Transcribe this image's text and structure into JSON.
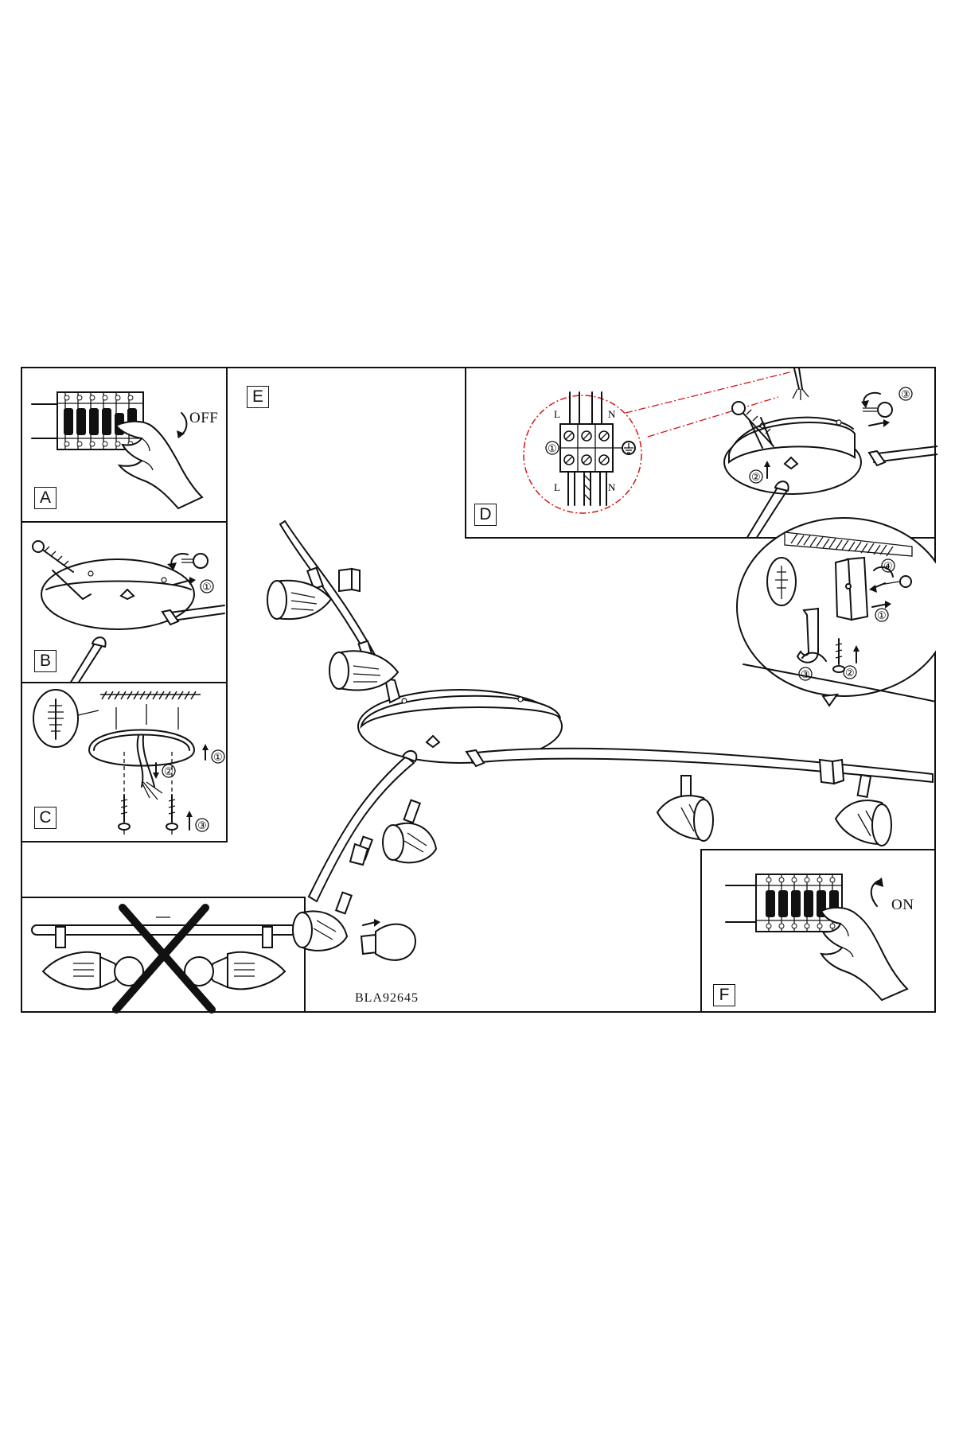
{
  "document": {
    "model_code": "BLA92645"
  },
  "panels": {
    "A": {
      "label": "A",
      "switch_text": "OFF"
    },
    "B": {
      "label": "B",
      "step_1": "①"
    },
    "C": {
      "label": "C",
      "step_1": "①",
      "step_2": "②",
      "step_3": "③"
    },
    "D": {
      "label": "D",
      "wire_L_top": "L",
      "wire_N_top": "N",
      "wire_L_bottom": "L",
      "wire_N_bottom": "N",
      "step_1": "①",
      "step_2": "②",
      "step_3": "③"
    },
    "E": {
      "label": "E",
      "step_1": "①",
      "step_2": "②",
      "step_3": "③",
      "step_4": "④"
    },
    "F": {
      "label": "F",
      "switch_text": "ON"
    }
  },
  "icons": [
    "fuse-box-icon",
    "hand-icon",
    "screw-icon",
    "ceiling-plate-icon",
    "wall-plug-icon",
    "terminal-block-icon",
    "ground-icon",
    "spotlight-icon",
    "bracket-icon",
    "prohibited-x-icon"
  ],
  "colors": {
    "line": "#111111",
    "callout": "#d01818",
    "paper": "#ffffff"
  }
}
